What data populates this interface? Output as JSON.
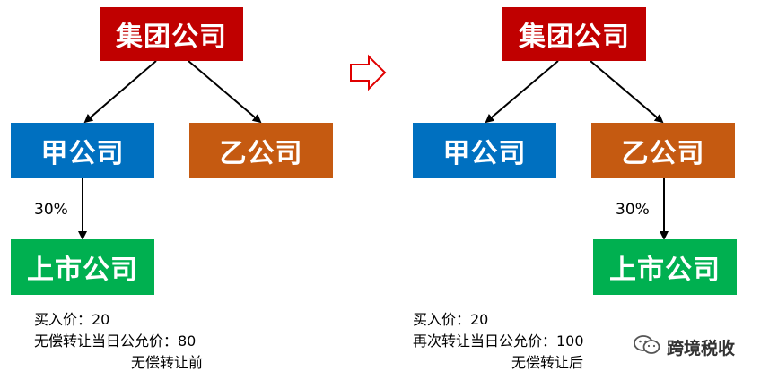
{
  "colors": {
    "group": "#c00000",
    "jia": "#0070c0",
    "yi": "#c55a11",
    "listed": "#00b050",
    "arrow_right": "#e00000"
  },
  "left": {
    "group_label": "集团公司",
    "jia_label": "甲公司",
    "yi_label": "乙公司",
    "listed_label": "上市公司",
    "stake": "30%",
    "note_line1": "买入价：20",
    "note_line2": "无偿转让当日公允价：80",
    "caption": "无偿转让前"
  },
  "right": {
    "group_label": "集团公司",
    "jia_label": "甲公司",
    "yi_label": "乙公司",
    "listed_label": "上市公司",
    "stake": "30%",
    "note_line1": "买入价：20",
    "note_line2": "再次转让当日公允价：100",
    "caption": "无偿转让后"
  },
  "watermark": {
    "text": "跨境税收",
    "icon": "wechat-icon"
  }
}
